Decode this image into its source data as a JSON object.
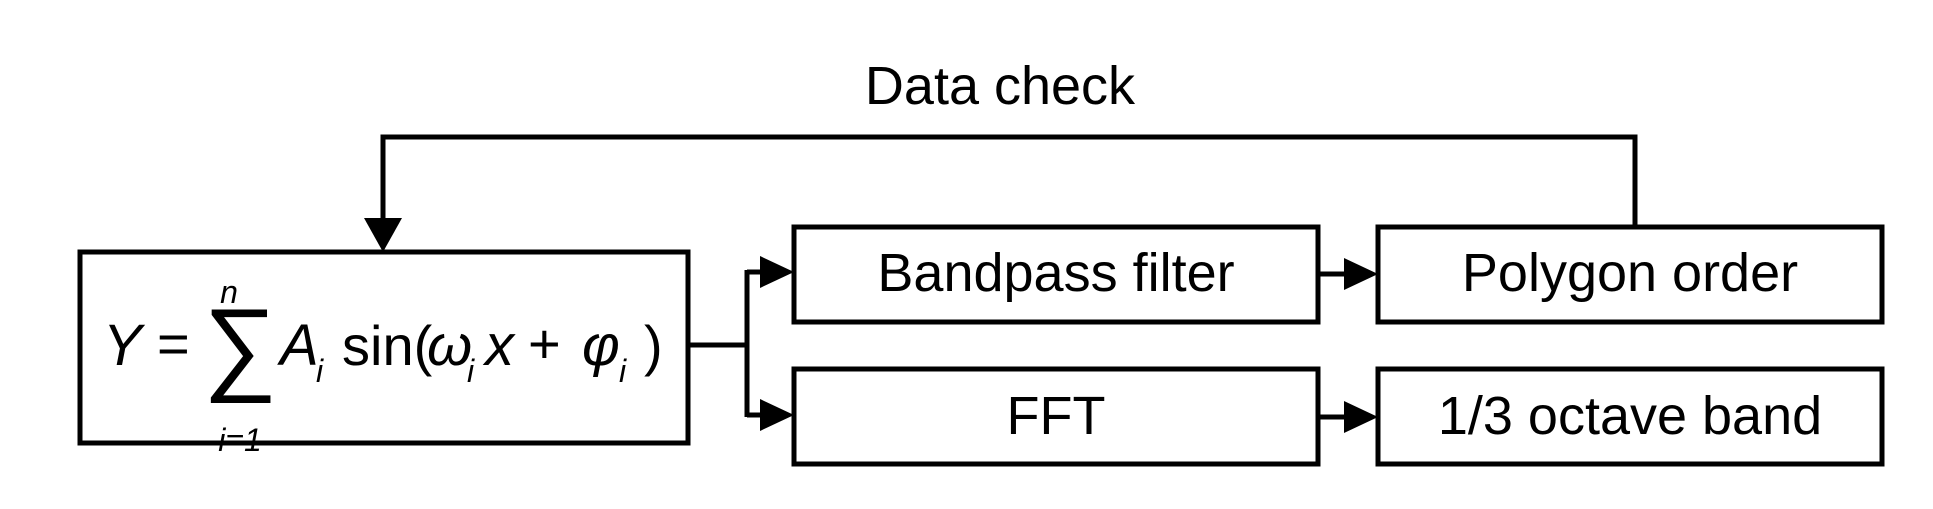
{
  "feedback": {
    "label": "Data check"
  },
  "formula": {
    "lhs": "Y",
    "equals": "=",
    "sigma": "∑",
    "upper": "n",
    "lower": "i=1",
    "amp": "A",
    "amp_sub": "i",
    "func": "sin(",
    "omega": "ω",
    "omega_sub": "i",
    "var": "x",
    "plus": "+",
    "phi": "φ",
    "phi_sub": "i",
    "close": ")"
  },
  "boxes": {
    "bandpass": "Bandpass filter",
    "polygon": "Polygon order",
    "fft": "FFT",
    "octave": "1/3 octave band"
  }
}
